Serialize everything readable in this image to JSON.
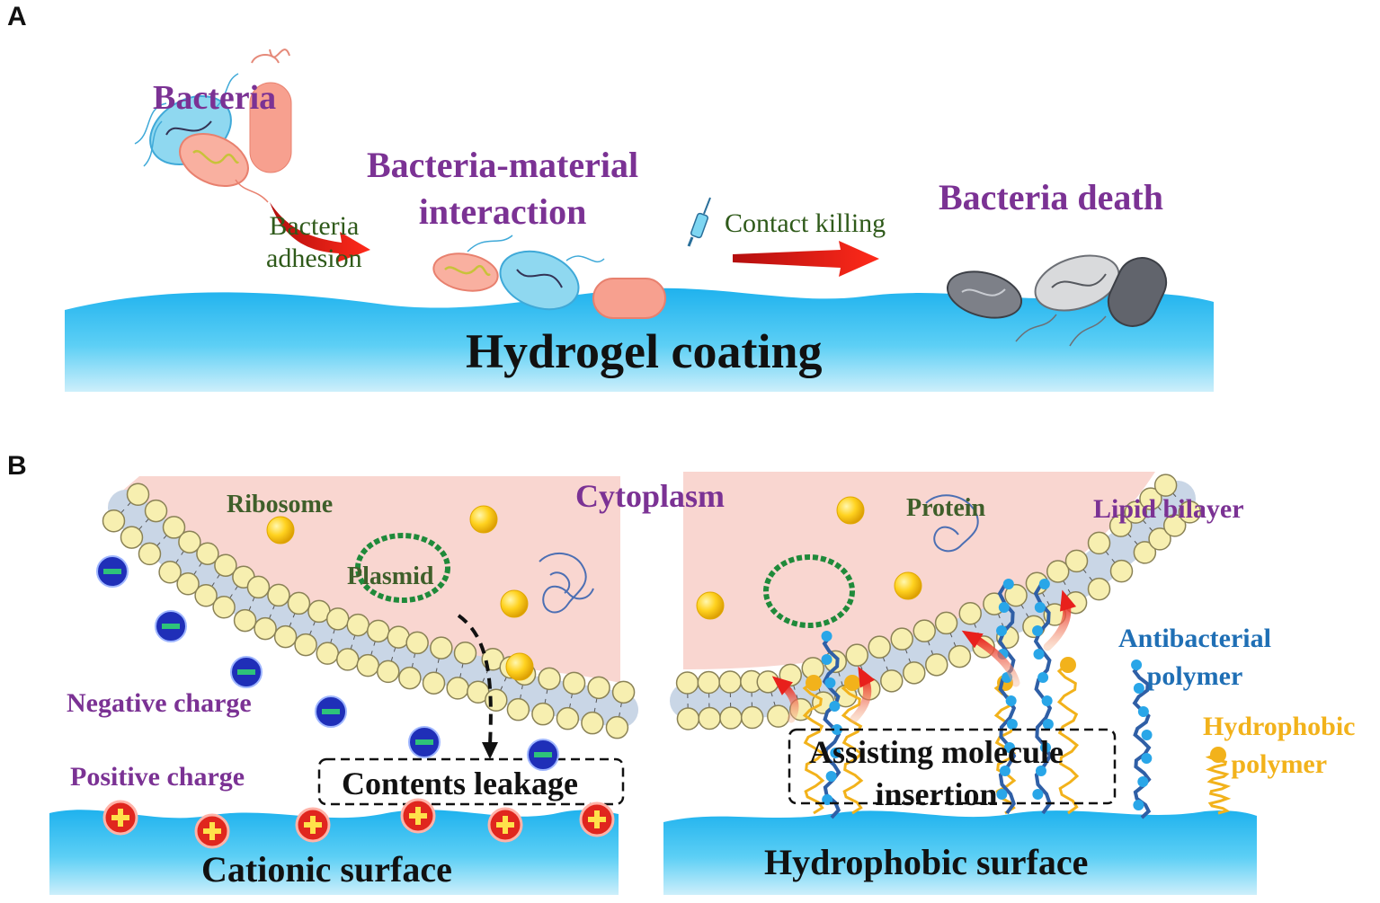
{
  "panel_a": {
    "letter": "A",
    "bacteria": "Bacteria",
    "adhesion_line1": "Bacteria",
    "adhesion_line2": "adhesion",
    "interaction_line1": "Bacteria-material",
    "interaction_line2": "interaction",
    "contact_killing": "Contact killing",
    "death": "Bacteria death",
    "coating": "Hydrogel coating"
  },
  "panel_b": {
    "letter": "B",
    "ribosome": "Ribosome",
    "cytoplasm": "Cytoplasm",
    "protein": "Protein",
    "lipid_bilayer": "Lipid bilayer",
    "plasmid": "Plasmid",
    "negative_charge": "Negative charge",
    "positive_charge": "Positive charge",
    "contents_leakage": "Contents leakage",
    "cationic_surface": "Cationic surface",
    "antibacterial_line1": "Antibacterial",
    "antibacterial_line2": "polymer",
    "hydrophobic_line1": "Hydrophobic",
    "hydrophobic_line2": "polymer",
    "assisting_line1": "Assisting molecule",
    "assisting_line2": "insertion",
    "hydrophobic_surface": "Hydrophobic surface"
  },
  "colors": {
    "hydrogel": "#33b8ec",
    "cytoplasm": "#f9d6d0",
    "lipid_head": "#f7efb0",
    "negative": "#1f2fb8",
    "positive": "#e0261e",
    "arrow": "#e8201c"
  }
}
